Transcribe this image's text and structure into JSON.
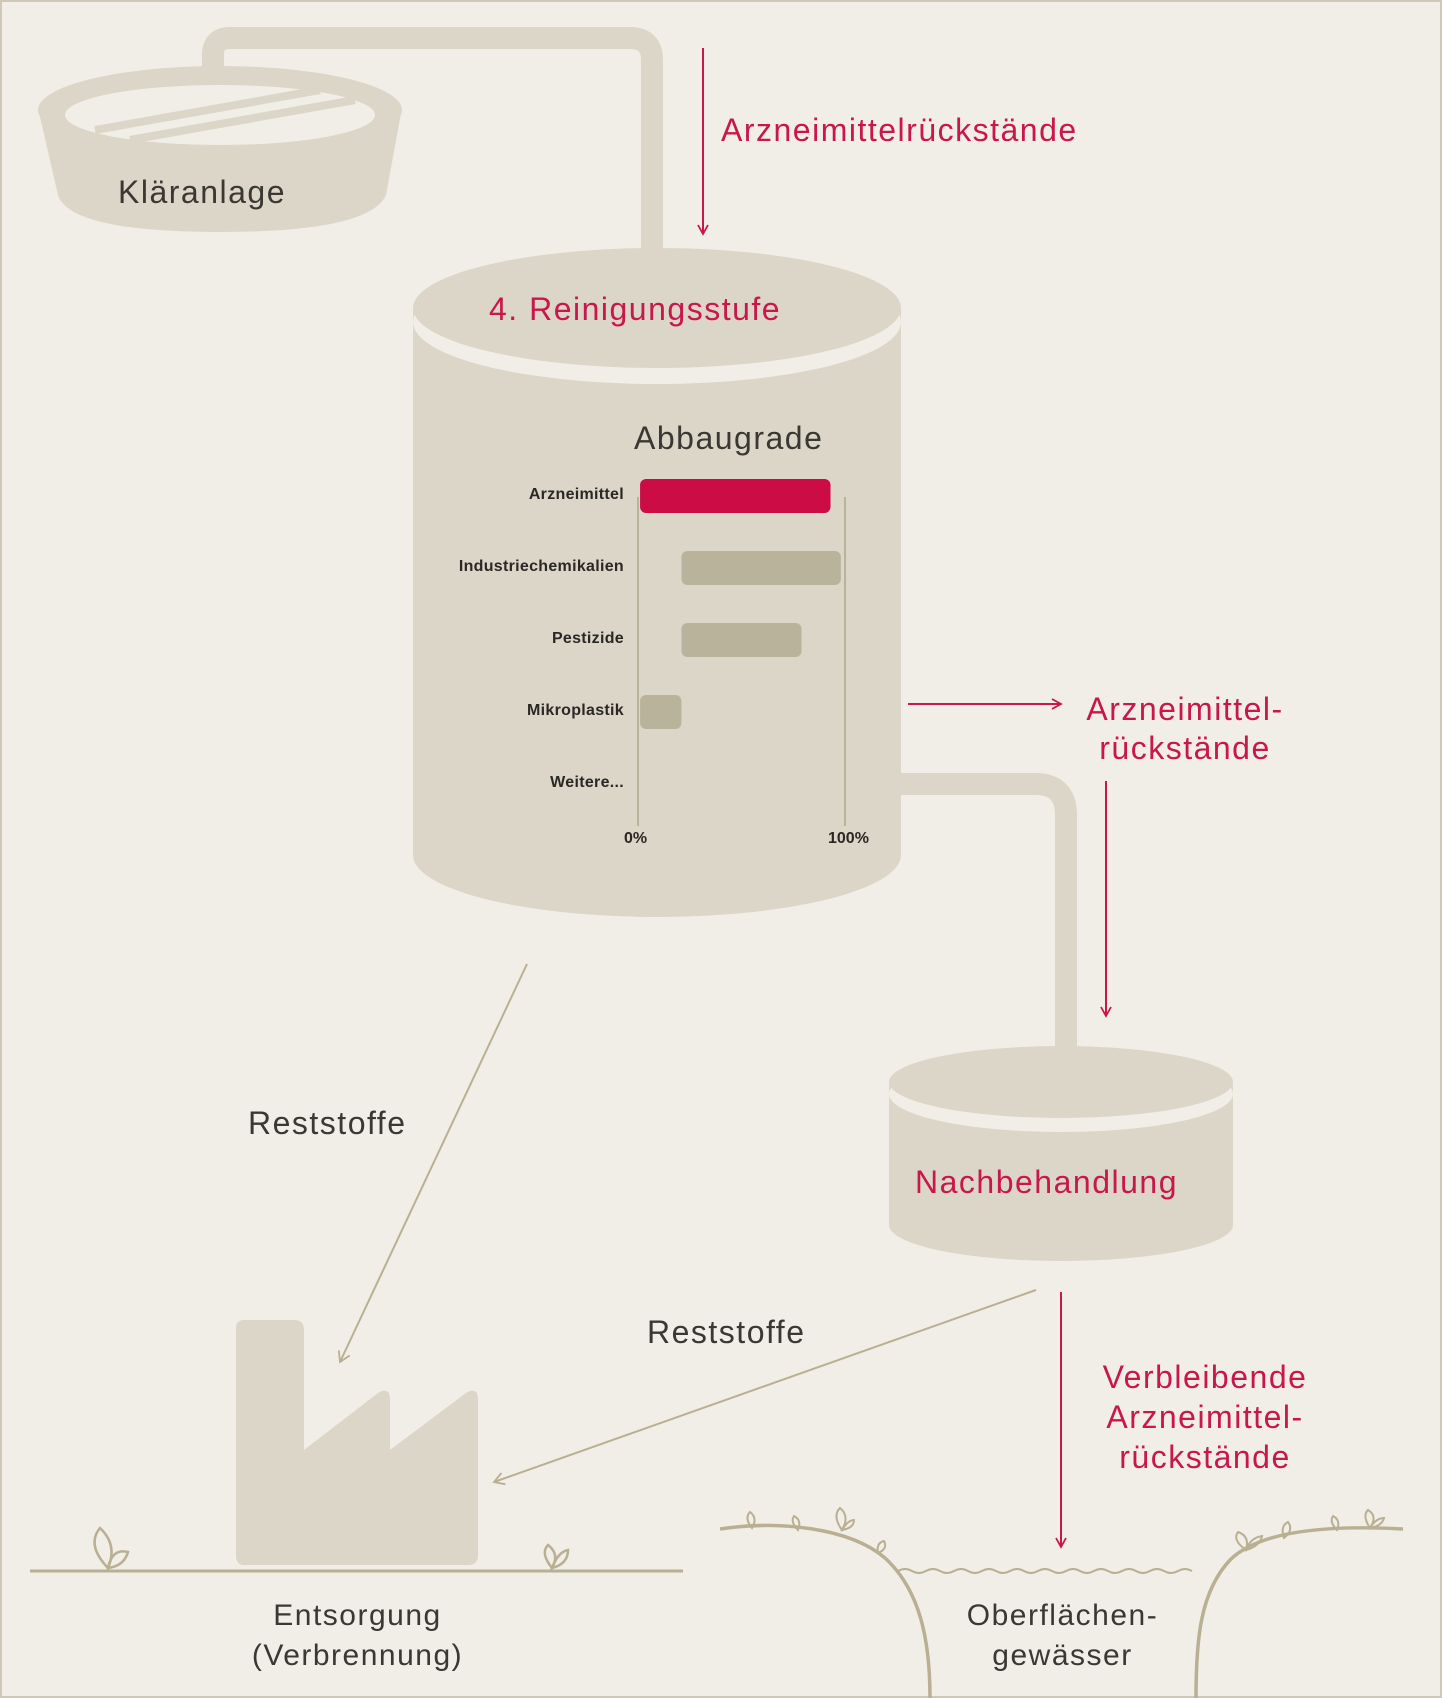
{
  "labels": {
    "klaeranlage": "Kläranlage",
    "arznei_top": "Arzneimittelrückstände",
    "stage4": "4. Reinigungsstufe",
    "abbaugrade": "Abbaugrade",
    "arznei_right_1": "Arzneimittel-",
    "arznei_right_2": "rückstände",
    "nachbehandlung": "Nachbehandlung",
    "reststoffe_1": "Reststoffe",
    "reststoffe_2": "Reststoffe",
    "verbleibende_1": "Verbleibende",
    "verbleibende_2": "Arzneimittel-",
    "verbleibende_3": "rückstände",
    "entsorgung_1": "Entsorgung",
    "entsorgung_2": "(Verbrennung)",
    "oberflaechen_1": "Oberflächen-",
    "oberflaechen_2": "gewässer"
  },
  "colors": {
    "background": "#f1eee7",
    "shape": "#dcd6c9",
    "bar_highlight": "#cc0c45",
    "bar_neutral": "#bab39b",
    "accent_red": "#c8174a",
    "line": "#b9b093"
  },
  "chart_data": {
    "type": "bar",
    "orientation": "horizontal",
    "title": "Abbaugrade",
    "categories": [
      "Arzneimittel",
      "Industriechemikalien",
      "Pestizide",
      "Mikroplastik",
      "Weitere..."
    ],
    "ranges": [
      [
        1,
        93
      ],
      [
        21,
        98
      ],
      [
        21,
        79
      ],
      [
        1,
        21
      ],
      null
    ],
    "highlight": "Arzneimittel",
    "x_ticks": [
      "0%",
      "100%"
    ],
    "xlim": [
      0,
      100
    ]
  }
}
